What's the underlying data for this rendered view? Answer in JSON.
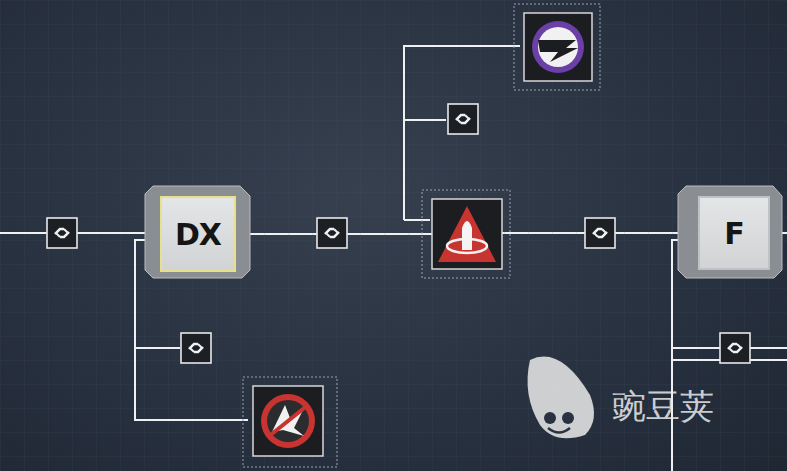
{
  "diagram": {
    "nodes": [
      {
        "text": [
          "DX"
        ]
      },
      {
        "text": [
          "F"
        ]
      }
    ],
    "edges": [
      {
        "from": 0,
        "to": 1,
        "arrow": "none"
      }
    ],
    "labels": [
      "豌豆荚"
    ]
  }
}
